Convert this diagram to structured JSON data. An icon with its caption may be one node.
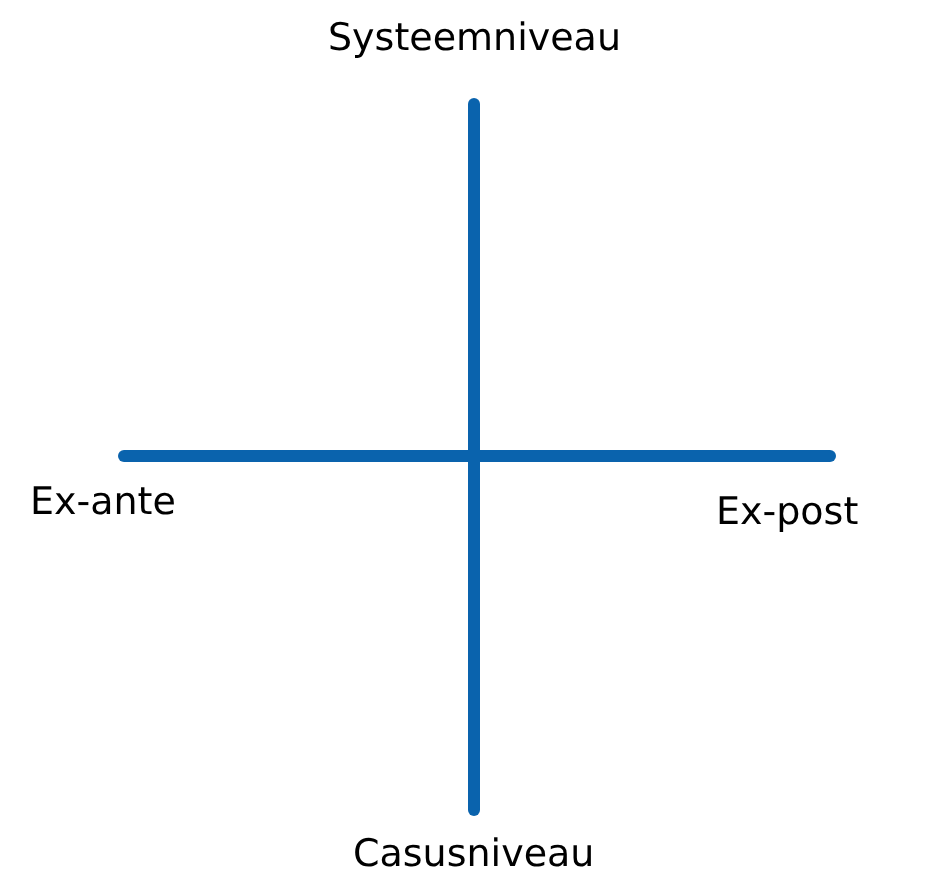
{
  "diagram": {
    "labels": [
      "Systeemniveau",
      "Ex-ante",
      "Ex-post",
      "Casusniveau"
    ]
  }
}
